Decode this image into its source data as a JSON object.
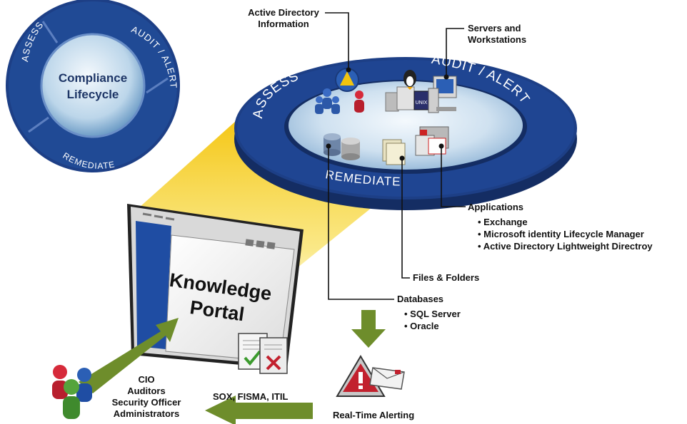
{
  "lifecycle_badge": {
    "center_line1": "Compliance",
    "center_line2": "Lifecycle",
    "ring_assess": "ASSESS",
    "ring_audit": "AUDIT / ALERT",
    "ring_remediate": "REMEDIATE"
  },
  "platform_ring": {
    "assess": "ASSESS",
    "audit": "AUDIT / ALERT",
    "remediate": "REMEDIATE"
  },
  "callouts": {
    "active_directory": {
      "line1": "Active Directory",
      "line2": "Information"
    },
    "servers": {
      "line1": "Servers and",
      "line2": "Workstations"
    },
    "applications": {
      "title": "Applications",
      "items": [
        "Exchange",
        "Microsoft identity Lifecycle Manager",
        "Active Directory Lightweight Directroy"
      ]
    },
    "files": {
      "title": "Files & Folders"
    },
    "databases": {
      "title": "Databases",
      "items": [
        "SQL Server",
        "Oracle"
      ]
    }
  },
  "portal": {
    "line1": "Knowledge",
    "line2": "Portal"
  },
  "alerting": {
    "label": "Real-Time Alerting"
  },
  "standards": {
    "label": "SOX, FISMA, ITIL"
  },
  "audience": {
    "lines": [
      "CIO",
      "Auditors",
      "Security Officer",
      "Administrators"
    ]
  },
  "colors": {
    "ring_blue": "#1d3f86",
    "ring_dark": "#142d63",
    "inner_light": "#cfe1f0",
    "beam_yellow": "#f7d51e",
    "arrow_green": "#6e8d2b",
    "portal_blue": "#1f4da3"
  }
}
